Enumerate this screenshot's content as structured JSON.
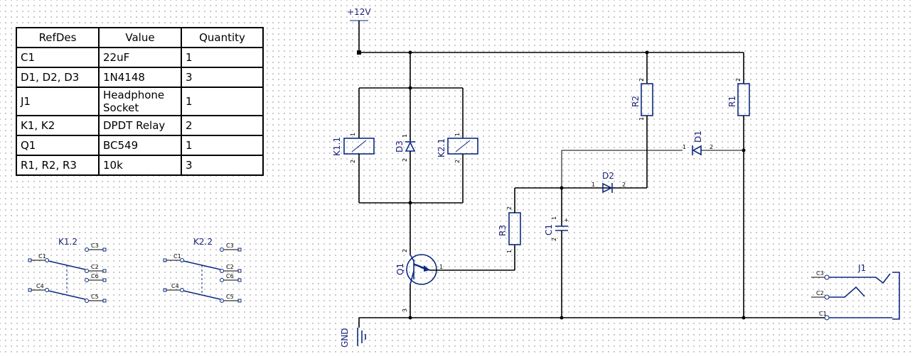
{
  "bom": {
    "headers": [
      "RefDes",
      "Value",
      "Quantity"
    ],
    "rows": [
      {
        "refdes": "C1",
        "value": "22uF",
        "qty": "1"
      },
      {
        "refdes": "D1, D2, D3",
        "value": "1N4148",
        "qty": "3"
      },
      {
        "refdes": "J1",
        "value": "Headphone Socket",
        "qty": "1"
      },
      {
        "refdes": "K1, K2",
        "value": "DPDT Relay",
        "qty": "2"
      },
      {
        "refdes": "Q1",
        "value": "BC549",
        "qty": "1"
      },
      {
        "refdes": "R1, R2, R3",
        "value": "10k",
        "qty": "3"
      }
    ]
  },
  "nets": {
    "vcc": "+12V",
    "gnd": "GND"
  },
  "refdes": {
    "k11": "K1.1",
    "d3": "D3",
    "k21": "K2.1",
    "r2": "R2",
    "r1": "R1",
    "d1": "D1",
    "d2": "D2",
    "r3": "R3",
    "c1": "C1",
    "q1": "Q1",
    "j1": "J1",
    "k12": "K1.2",
    "k22": "K2.2"
  },
  "pins": {
    "p1": "1",
    "p2": "2",
    "p3": "3",
    "plus": "+",
    "c1": "C1",
    "c2": "C2",
    "c3": "C3",
    "c4": "C4",
    "c5": "C5",
    "c6": "C6"
  }
}
